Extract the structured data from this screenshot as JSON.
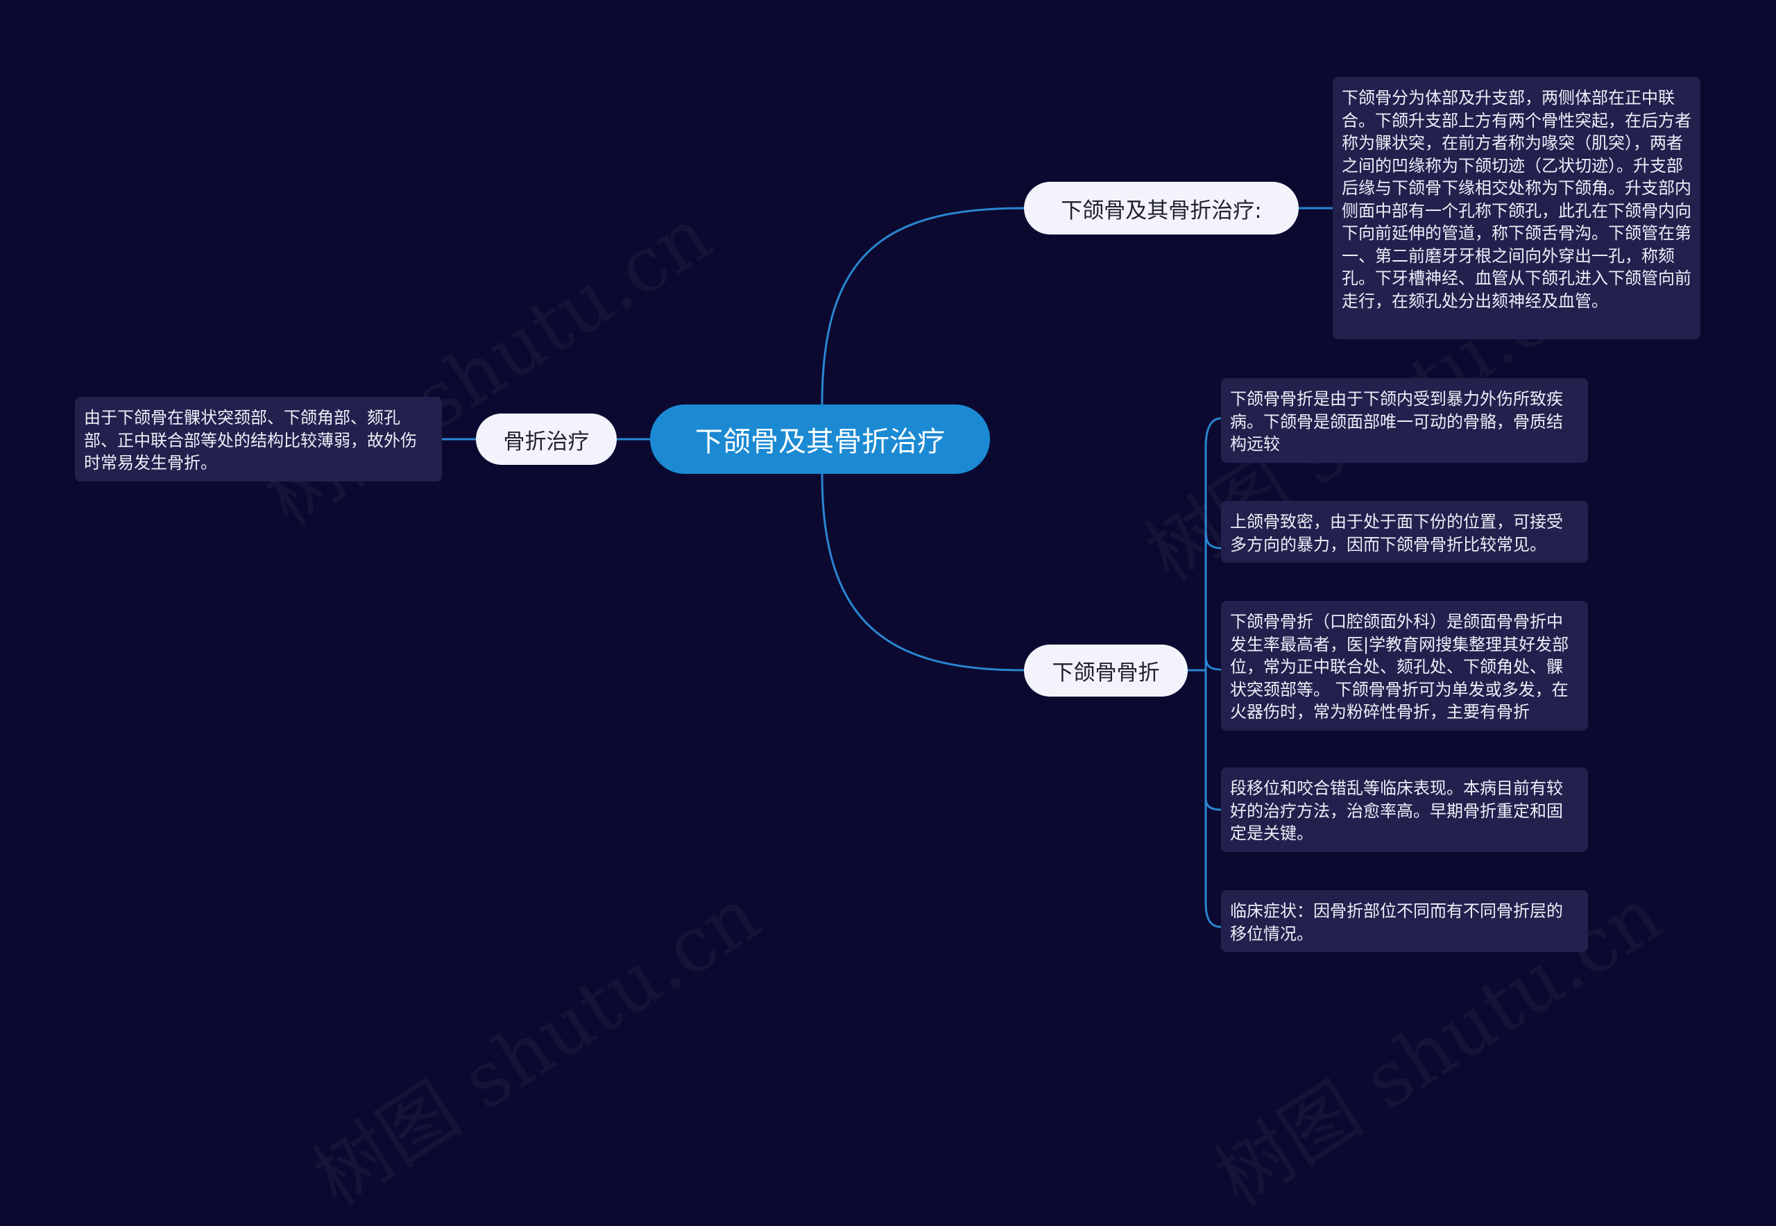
{
  "root": {
    "label": "下颌骨及其骨折治疗"
  },
  "branches": {
    "anatomy": {
      "label": "下颌骨及其骨折治疗:",
      "note": "下颌骨分为体部及升支部，两侧体部在正中联合。下颌升支部上方有两个骨性突起，在后方者称为髁状突，在前方者称为喙突（肌突），两者之间的凹缘称为下颌切迹（乙状切迹）。升支部后缘与下颌骨下缘相交处称为下颌角。升支部内侧面中部有一个孔称下颌孔，此孔在下颌骨内向下向前延伸的管道，称下颌舌骨沟。下颌管在第一、第二前磨牙牙根之间向外穿出一孔，称颏孔。下牙槽神经、血管从下颌孔进入下颌管向前走行，在颏孔处分出颏神经及血管。"
    },
    "treatment": {
      "label": "骨折治疗",
      "note": "由于下颌骨在髁状突颈部、下颌角部、颏孔部、正中联合部等处的结构比较薄弱，故外伤时常易发生骨折。"
    },
    "fracture": {
      "label": "下颌骨骨折",
      "notes": [
        "下颌骨骨折是由于下颌内受到暴力外伤所致疾病。下颌骨是颌面部唯一可动的骨骼，骨质结构远较",
        "上颌骨致密，由于处于面下份的位置，可接受多方向的暴力，因而下颌骨骨折比较常见。",
        "下颌骨骨折（口腔颌面外科）是颌面骨骨折中发生率最高者，医|学教育网搜集整理其好发部位，常为正中联合处、颏孔处、下颌角处、髁状突颈部等。 下颌骨骨折可为单发或多发，在火器伤时，常为粉碎性骨折，主要有骨折",
        "段移位和咬合错乱等临床表现。本病目前有较好的治疗方法，治愈率高。早期骨折重定和固定是关键。",
        "临床症状：因骨折部位不同而有不同骨折层的移位情况。"
      ]
    }
  },
  "watermark": "树图 shutu.cn",
  "colors": {
    "background": "#0b0930",
    "root": "#1b8ad3",
    "connector": "#2a86d0",
    "branch": "#f3f4fb",
    "leaf": "#23204d"
  }
}
